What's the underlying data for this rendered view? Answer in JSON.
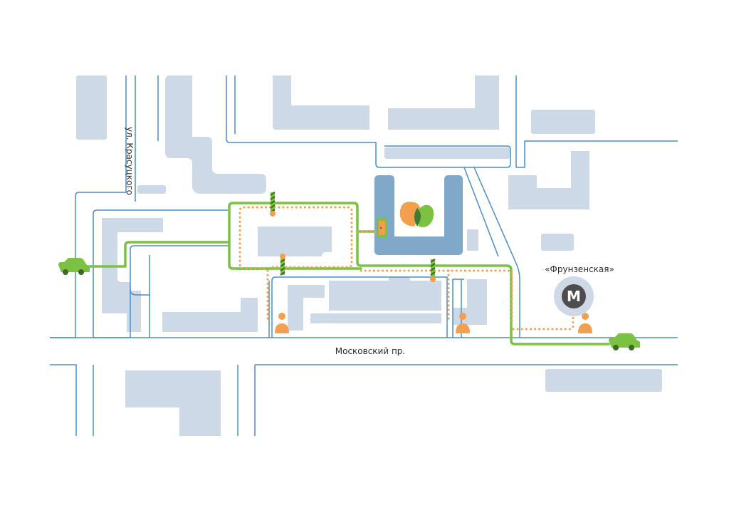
{
  "labels": {
    "street_krasutskogo": "ул. Красуцкого",
    "street_moskovsky": "Московский пр.",
    "metro_station": "«Фрунзенская»",
    "metro_letter": "M"
  },
  "colors": {
    "road_outline": "#4a8fc9",
    "building": "#cdd9e6",
    "target_building": "#7fa8c9",
    "car_route": "#7cc242",
    "walk_route": "#f2a04f",
    "pedestrian": "#f2a04f",
    "metro_icon": "#4d4d4d",
    "logo_orange": "#f3a04e",
    "logo_green": "#7cc242",
    "logo_dark_green": "#3f7d2e",
    "barrier_stripe": "#4a7f2b"
  },
  "icons": [
    "car-icon",
    "pedestrian-icon",
    "metro-icon",
    "barrier-icon",
    "logo-icon",
    "entrance-icon"
  ]
}
